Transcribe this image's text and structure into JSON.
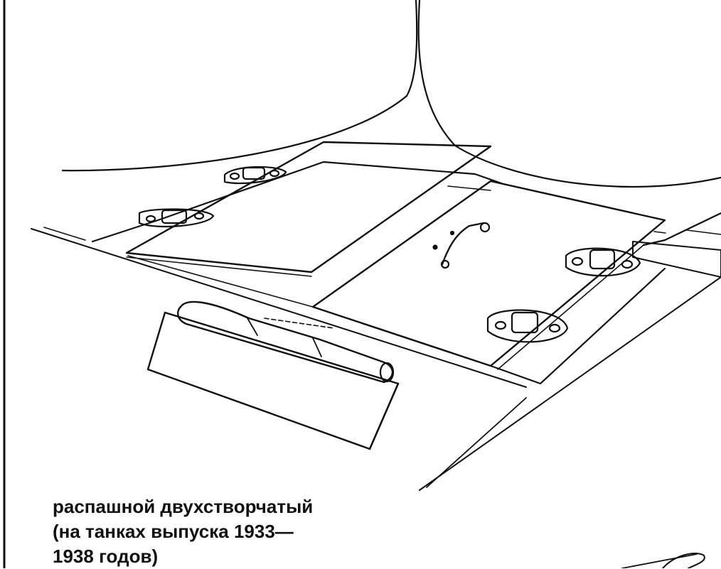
{
  "caption": {
    "lines": [
      "распашной двухстворчатый",
      "(на танках выпуска 1933—",
      "1938 годов)"
    ]
  },
  "colors": {
    "ink": "#111111",
    "paper": "#ffffff"
  }
}
